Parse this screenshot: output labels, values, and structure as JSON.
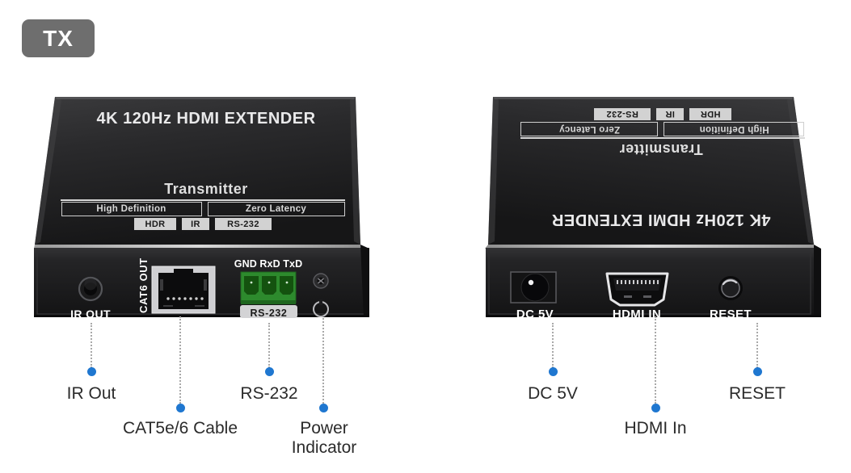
{
  "badge": {
    "label": "TX"
  },
  "colors": {
    "badge_bg": "#6e6e6e",
    "dot_blue": "#1f77d0",
    "leader_gray": "#a9a9a9",
    "terminal_green": "#2d8a2d",
    "body_black": "#1c1c1c",
    "label_text": "#2b2b2b"
  },
  "devices": [
    {
      "id": "transmitter-front",
      "top_face": {
        "title": "4K 120Hz HDMI EXTENDER",
        "subtitle": "Transmitter",
        "feature_boxes": [
          "High Definition",
          "Zero Latency"
        ],
        "spec_boxes": [
          "HDR",
          "IR",
          "RS-232"
        ]
      },
      "front_panel": {
        "ports": [
          {
            "name": "ir-out",
            "label": "IR OUT",
            "type": "jack-3.5mm"
          },
          {
            "name": "cat6-out",
            "label": "CAT6 OUT",
            "type": "rj45",
            "orientation": "vertical"
          },
          {
            "name": "rs232",
            "label": "RS-232",
            "pins": "GND RxD TxD",
            "type": "terminal-block-3pin"
          },
          {
            "name": "power-indicator",
            "label": "",
            "type": "led-indicator"
          }
        ]
      }
    },
    {
      "id": "transmitter-rear",
      "top_face": {
        "title": "4K 120Hz HDMI EXTENDER",
        "subtitle": "Transmitter",
        "feature_boxes": [
          "High Definition",
          "Zero Latency"
        ],
        "spec_boxes": [
          "HDR",
          "IR",
          "RS-232"
        ]
      },
      "front_panel": {
        "ports": [
          {
            "name": "dc-5v",
            "label": "DC 5V",
            "type": "dc-barrel-jack"
          },
          {
            "name": "hdmi-in",
            "label": "HDMI IN",
            "type": "hdmi-port"
          },
          {
            "name": "reset",
            "label": "RESET",
            "type": "push-button"
          }
        ]
      }
    }
  ],
  "callouts": [
    {
      "name": "ir-out",
      "label": "IR Out"
    },
    {
      "name": "cat5e-6-cable",
      "label": "CAT5e/6 Cable"
    },
    {
      "name": "rs-232",
      "label": "RS-232"
    },
    {
      "name": "power-indicator",
      "label_line1": "Power",
      "label_line2": "Indicator"
    },
    {
      "name": "dc-5v",
      "label": "DC 5V"
    },
    {
      "name": "hdmi-in",
      "label": "HDMI In"
    },
    {
      "name": "reset",
      "label": "RESET"
    }
  ]
}
